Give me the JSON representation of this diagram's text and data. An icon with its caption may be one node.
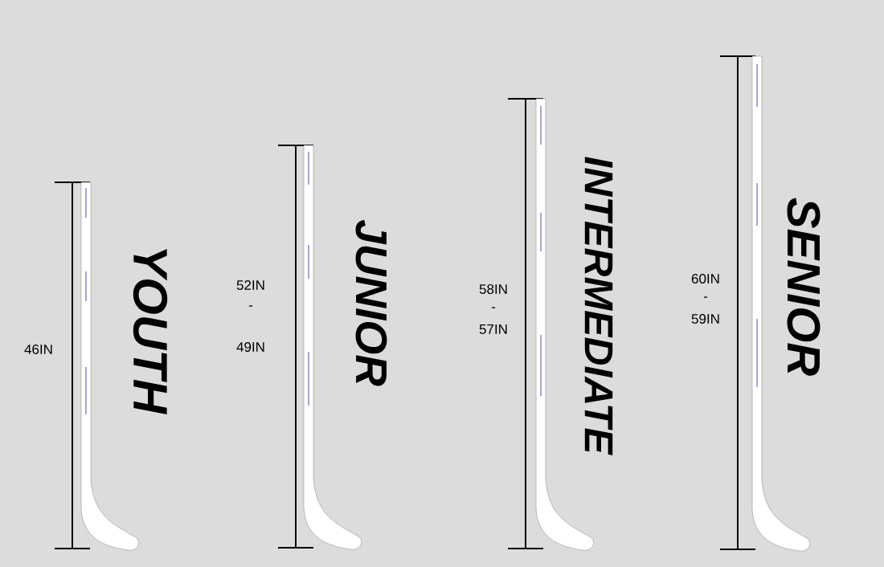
{
  "diagram": {
    "labels": [
      "46IN",
      "YOUTH",
      "52IN",
      "-",
      "49IN",
      "JUNIOR",
      "58IN",
      "-",
      "57IN",
      "INTERMEDIATE",
      "60IN",
      "-",
      "59IN",
      "SENIOR"
    ]
  }
}
